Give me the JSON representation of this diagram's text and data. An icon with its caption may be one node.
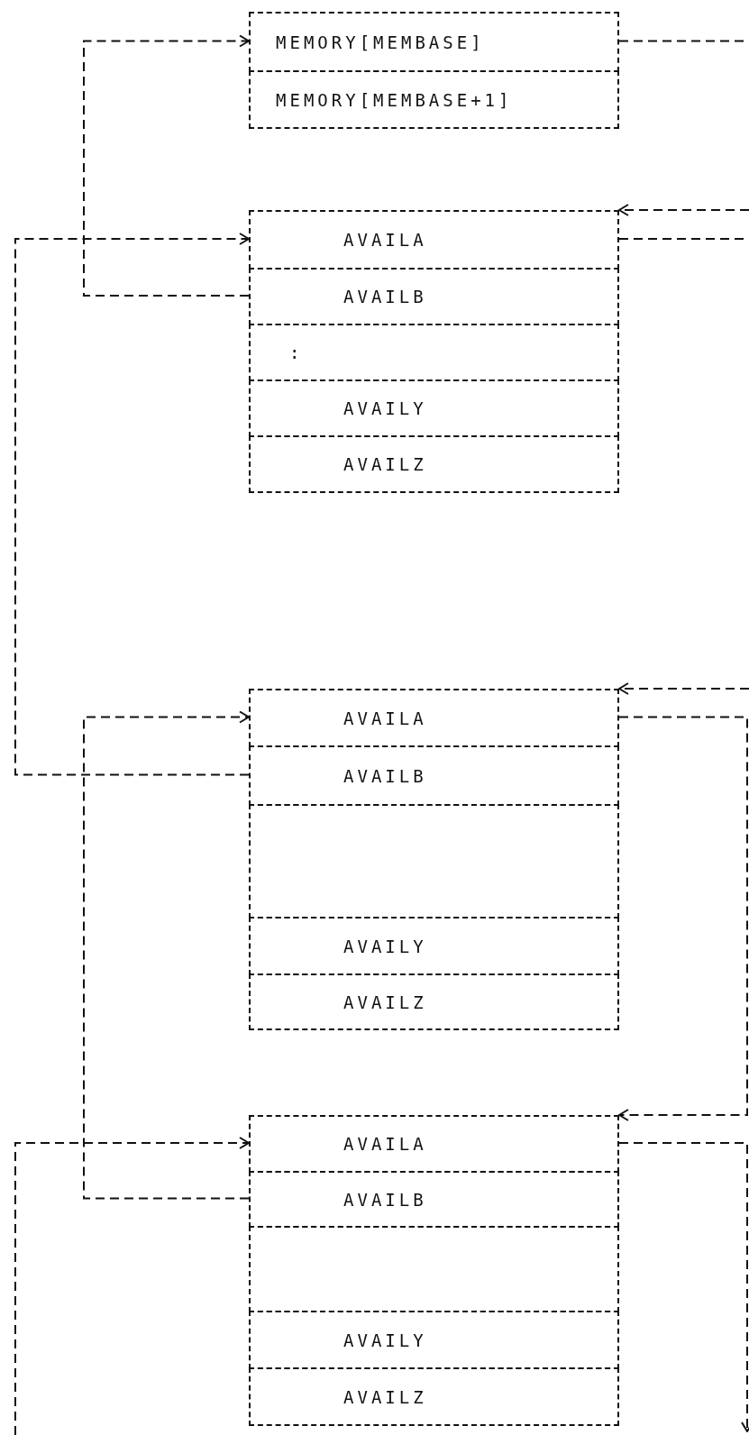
{
  "diagram": {
    "nodes": [
      {
        "text": [
          "MEMORY[MEMBASE]"
        ]
      },
      {
        "text": [
          "MEMORY[MEMBASE+1]"
        ]
      },
      {
        "text": [
          "AVAILA"
        ]
      },
      {
        "text": [
          "AVAILB"
        ]
      },
      {
        "text": [
          ":"
        ]
      },
      {
        "text": [
          "AVAILY"
        ]
      },
      {
        "text": [
          "AVAILZ"
        ]
      },
      {
        "text": [
          "AVAILA"
        ]
      },
      {
        "text": [
          "AVAILB"
        ]
      },
      {
        "text": [],
        "shape": "box"
      },
      {
        "text": [
          "AVAILY"
        ]
      },
      {
        "text": [
          "AVAILZ"
        ]
      },
      {
        "text": [
          "AVAILA"
        ]
      },
      {
        "text": [
          "AVAILB"
        ]
      },
      {
        "text": [],
        "shape": "box"
      },
      {
        "text": [
          "AVAILY"
        ]
      },
      {
        "text": [
          "AVAILZ"
        ]
      }
    ],
    "edges": [
      {
        "from": 3,
        "to": 0,
        "arrow": "to"
      },
      {
        "from": 8,
        "to": 2,
        "arrow": "to"
      },
      {
        "from": 13,
        "to": 7,
        "arrow": "to"
      },
      {
        "from": null,
        "to": 12,
        "arrow": "to"
      },
      {
        "from": 0,
        "to": null,
        "arrow": "none"
      },
      {
        "from": null,
        "to": 2,
        "arrow": "to"
      },
      {
        "from": 2,
        "to": null,
        "arrow": "none"
      },
      {
        "from": null,
        "to": 7,
        "arrow": "to"
      },
      {
        "from": 7,
        "to": 12,
        "arrow": "to"
      },
      {
        "from": 12,
        "to": null,
        "arrow": "to"
      }
    ]
  }
}
